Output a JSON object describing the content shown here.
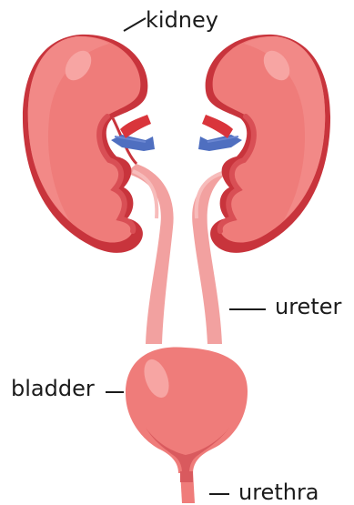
{
  "labels": {
    "kidney": "kidney",
    "ureter": "ureter",
    "bladder": "bladder",
    "urethra": "urethra"
  },
  "colors": {
    "organ": "#ef7c7a",
    "organ_dark": "#d94f55",
    "organ_rim": "#c8343c",
    "highlight": "#f7a5a3",
    "tube": "#f2a1a0",
    "artery": "#d9353b",
    "vein": "#4f6fc0",
    "line": "#1b1b1b"
  }
}
